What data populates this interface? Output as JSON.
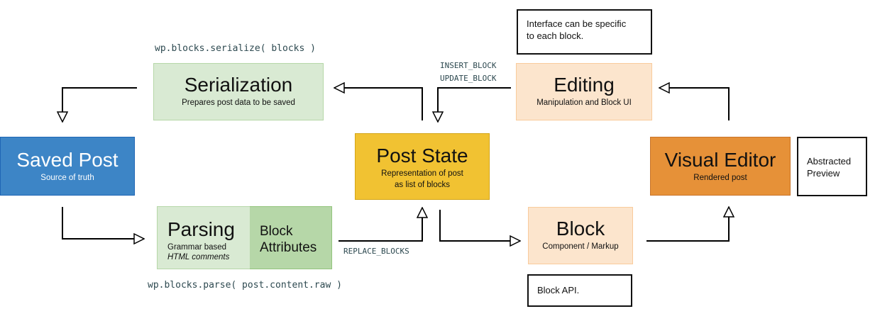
{
  "nodes": {
    "serialization": {
      "title": "Serialization",
      "subtitle": "Prepares post data to be saved"
    },
    "saved_post": {
      "title": "Saved Post",
      "subtitle": "Source of truth"
    },
    "post_state": {
      "title": "Post State",
      "subtitle_line1": "Representation of post",
      "subtitle_line2": "as list of blocks"
    },
    "editing": {
      "title": "Editing",
      "subtitle": "Manipulation and Block UI"
    },
    "visual_editor": {
      "title": "Visual Editor",
      "subtitle": "Rendered post"
    },
    "block": {
      "title": "Block",
      "subtitle": "Component / Markup"
    },
    "parsing": {
      "title": "Parsing",
      "subtitle_line1": "Grammar based",
      "subtitle_line2": "HTML comments"
    },
    "block_attributes": {
      "line1": "Block",
      "line2": "Attributes"
    }
  },
  "notes": {
    "interface_line1": "Interface can be specific",
    "interface_line2": "to each block.",
    "abstracted_line1": "Abstracted",
    "abstracted_line2": "Preview",
    "block_api": "Block API."
  },
  "code_labels": {
    "serialize": "wp.blocks.serialize( blocks )",
    "parse": "wp.blocks.parse( post.content.raw )",
    "insert_block": "INSERT_BLOCK",
    "update_block": "UPDATE_BLOCK",
    "replace_blocks": "REPLACE_BLOCKS"
  },
  "colors": {
    "serialization": "#d9ead3",
    "saved_post": "#3d85c6",
    "post_state": "#f1c232",
    "editing": "#fce5cd",
    "visual_editor": "#e69138",
    "block": "#fce5cd",
    "parsing": "#d9ead3",
    "block_attributes": "#b6d7a8"
  }
}
